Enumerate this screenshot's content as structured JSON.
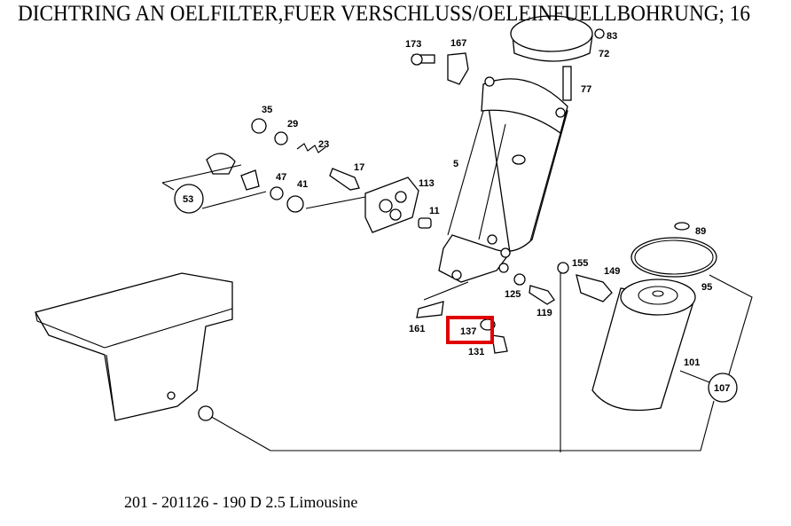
{
  "title": "DICHTRING AN OELFILTER,FUER VERSCHLUSS/OELEINFUELLBOHRUNG; 16",
  "footer": "201 - 201126 - 190 D 2.5 Limousine",
  "highlight_color": "#e00000",
  "highlighted_part": "137",
  "parts": {
    "p173": "173",
    "p167": "167",
    "p83": "83",
    "p72": "72",
    "p77": "77",
    "p35": "35",
    "p29": "29",
    "p23": "23",
    "p5": "5",
    "p17": "17",
    "p47": "47",
    "p41": "41",
    "p113": "113",
    "p53": "53",
    "p11": "11",
    "p89": "89",
    "p155": "155",
    "p149": "149",
    "p95": "95",
    "p125": "125",
    "p119": "119",
    "p161": "161",
    "p137": "137",
    "p131": "131",
    "p101": "101",
    "p107": "107"
  }
}
